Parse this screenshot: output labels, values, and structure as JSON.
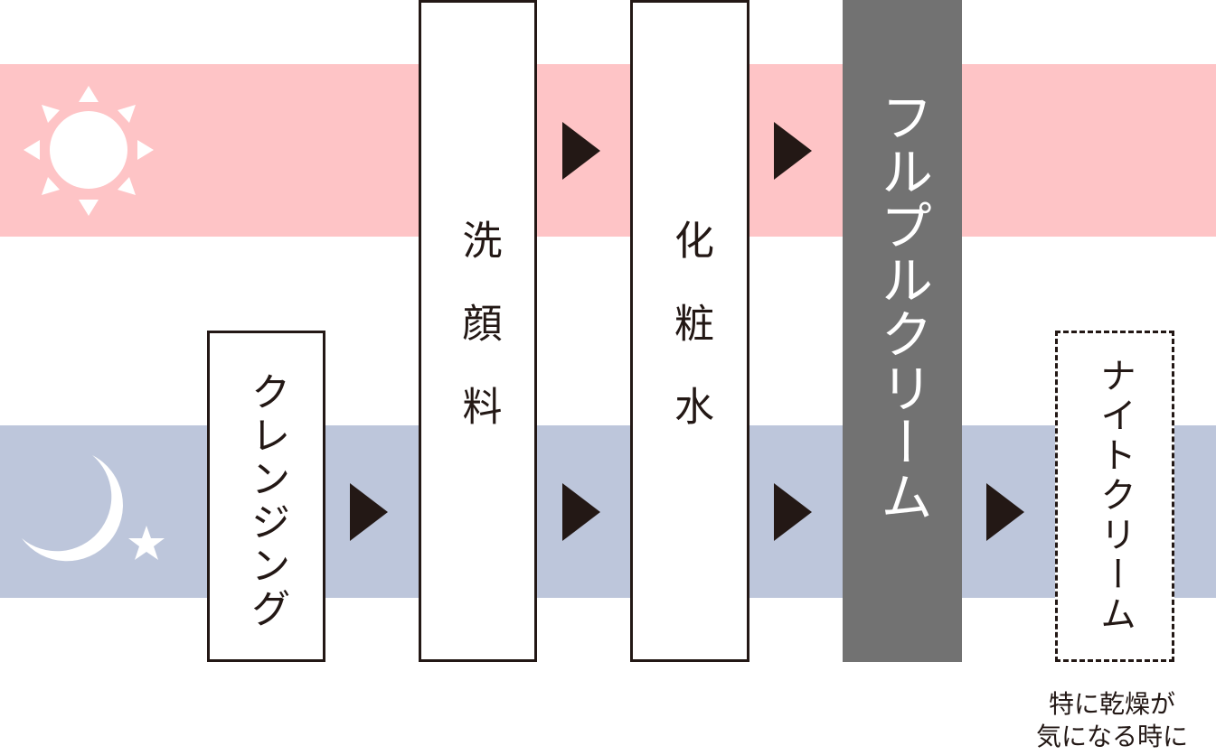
{
  "rows": {
    "day": {
      "icon": "sun-icon",
      "color": "#fec4c6"
    },
    "night": {
      "icon": "moon-with-star-icon",
      "color": "#bdc6db"
    }
  },
  "steps": {
    "cleansing": "クレンジング",
    "face_wash": "洗顔料",
    "toner": "化粧水",
    "fullpull_cream": "フルプルクリーム",
    "night_cream": "ナイトクリーム"
  },
  "note": {
    "line1": "特に乾燥が",
    "line2": "気になる時に"
  },
  "colors": {
    "box_border": "#231815",
    "arrow": "#231815",
    "highlight_box": "#727272",
    "highlight_text": "#ffffff"
  }
}
